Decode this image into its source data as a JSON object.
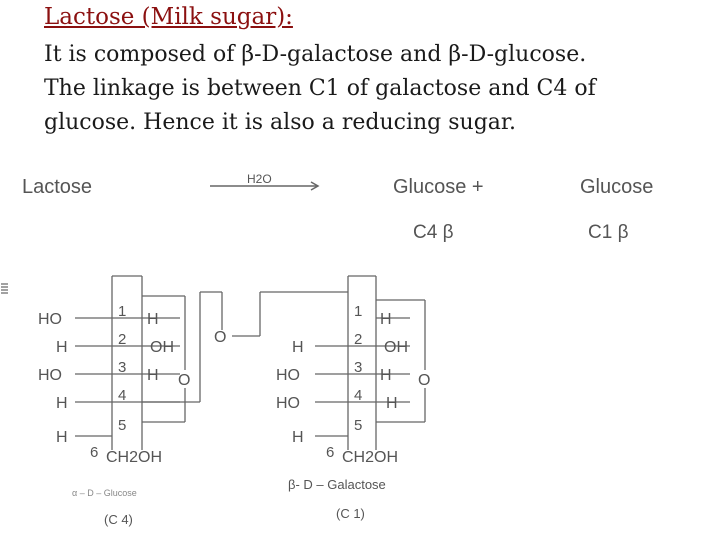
{
  "text": {
    "title": "Lactose (Milk sugar):",
    "line1": "It is composed of β-D-galactose and β-D-glucose.",
    "line2": "The linkage is between C1 of galactose and C4 of",
    "line3": "glucose. Hence it is also a reducing sugar."
  },
  "reaction": {
    "reactant": "Lactose",
    "reagent": "H2O",
    "product1": "Glucose +",
    "product2": "Glucose",
    "label1": "C4 β",
    "label2": "C1 β"
  },
  "left_sugar": {
    "left_groups": [
      "HO",
      "H",
      "HO",
      "H",
      "H"
    ],
    "numbers": [
      "1",
      "2",
      "3",
      "4",
      "5",
      "6"
    ],
    "right_groups": [
      "H",
      "OH",
      "H"
    ],
    "ring_o": "O",
    "ch2oh": "CH2OH",
    "name": "α – D – Glucose",
    "position": "(C 4)"
  },
  "bridge_o": "O",
  "right_sugar": {
    "left_groups": [
      "H",
      "HO",
      "HO",
      "H"
    ],
    "numbers": [
      "1",
      "2",
      "3",
      "4",
      "5",
      "6"
    ],
    "right_groups": [
      "H",
      "OH",
      "H",
      "H"
    ],
    "ring_o": "O",
    "ch2oh": "CH2OH",
    "name": "β- D – Galactose",
    "position": "(C 1)"
  }
}
